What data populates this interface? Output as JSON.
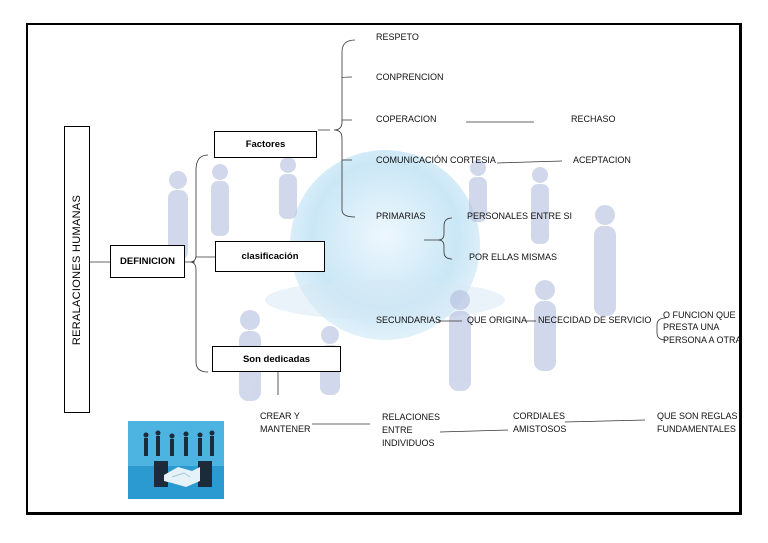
{
  "title_vertical": "RERALACIONES HUMANAS",
  "definicion": "DEFINICION",
  "factores": "Factores",
  "clasificacion": "clasificación",
  "son_dedicadas": "Son dedicadas",
  "factores_items": {
    "respeto": "RESPETO",
    "conprencion": "CONPRENCION",
    "coperacion": "COPERACION",
    "rechaso": "RECHASO",
    "comunicacion": "COMUNICACIÓN CORTESIA",
    "aceptacion": "ACEPTACION"
  },
  "clasificacion_items": {
    "primarias": "PRIMARIAS",
    "personales": "PERSONALES ENTRE SI",
    "por_ellas": "POR ELLAS MISMAS",
    "secundarias": "SECUNDARIAS",
    "que_origina": "QUE ORIGINA",
    "necesidad": "NECECIDAD DE SERVICIO",
    "funcion_1": "O FUNCION QUE",
    "funcion_2": "PRESTA UNA",
    "funcion_3": "PERSONA A OTRA"
  },
  "bottom": {
    "crear_1": "CREAR Y",
    "crear_2": "MANTENER",
    "relaciones_1": "RELACIONES",
    "relaciones_2": "ENTRE",
    "relaciones_3": "INDIVIDUOS",
    "cordiales_1": "CORDIALES",
    "cordiales_2": "AMISTOSOS",
    "reglas_1": "QUE SON REGLAS",
    "reglas_2": "FUNDAMENTALES"
  },
  "colors": {
    "globe": "#3fa0d8",
    "people": "#8f9fc8",
    "photo_bg": "#2a9ad0"
  }
}
